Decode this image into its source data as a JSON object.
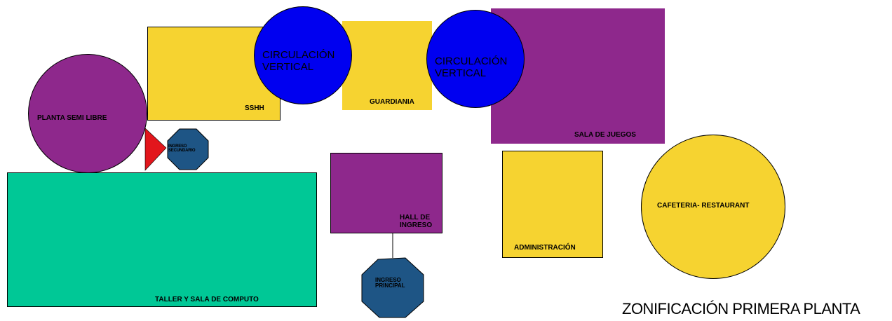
{
  "diagram": {
    "title": "ZONIFICACIÓN PRIMERA PLANTA",
    "colors": {
      "yellow": "#f6d330",
      "purple": "#8e288c",
      "blue": "#0000f0",
      "dark_blue": "#1e5585",
      "green": "#00c896",
      "red": "#e2161c"
    },
    "zones": {
      "planta_semi_libre": "PLANTA SEMI LIBRE",
      "sshh": "SSHH",
      "circulacion_1_line1": "CIRCULACIÓN",
      "circulacion_1_line2": "VERTICAL",
      "guardiania": "GUARDIANIA",
      "circulacion_2_line1": "CIRCULACIÓN",
      "circulacion_2_line2": "VERTICAL",
      "sala_de_juegos": "SALA DE JUEGOS",
      "ingreso_secundario_line1": "INGRESO",
      "ingreso_secundario_line2": "SECUNDARIO",
      "taller": "TALLER  Y SALA DE COMPUTO",
      "hall_line1": "HALL DE",
      "hall_line2": "INGRESO",
      "ingreso_principal_line1": "INGRESO",
      "ingreso_principal_line2": "PRINCIPAL",
      "administracion": "ADMINISTRACIÓN",
      "cafeteria": "CAFETERIA- RESTAURANT"
    }
  }
}
